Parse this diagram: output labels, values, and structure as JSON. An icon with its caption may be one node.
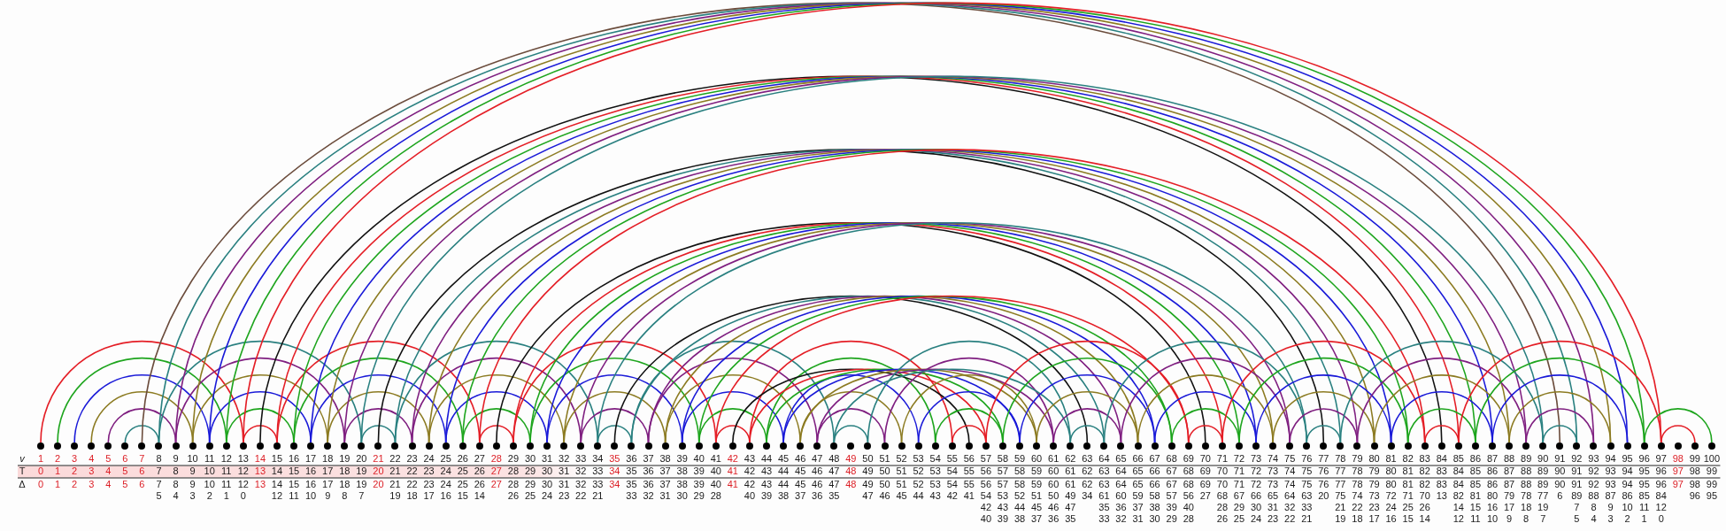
{
  "diagram": {
    "nodes": [
      {
        "text": [
          "1"
        ],
        "beside": [
          "0",
          "0"
        ]
      },
      {
        "text": [
          "2"
        ],
        "beside": [
          "1",
          "1"
        ]
      },
      {
        "text": [
          "3"
        ],
        "beside": [
          "2",
          "2"
        ]
      },
      {
        "text": [
          "4"
        ],
        "beside": [
          "3",
          "3"
        ]
      },
      {
        "text": [
          "5"
        ],
        "beside": [
          "4",
          "4"
        ]
      },
      {
        "text": [
          "6"
        ],
        "beside": [
          "5",
          "5"
        ]
      },
      {
        "text": [
          "7"
        ],
        "beside": [
          "6",
          "6"
        ]
      },
      {
        "text": [
          "8"
        ],
        "beside": [
          "7",
          "7 5"
        ]
      },
      {
        "text": [
          "9"
        ],
        "beside": [
          "8",
          "8 4"
        ]
      },
      {
        "text": [
          "10"
        ],
        "beside": [
          "9",
          "9 3"
        ]
      },
      {
        "text": [
          "11"
        ],
        "beside": [
          "10",
          "10 2"
        ]
      },
      {
        "text": [
          "12"
        ],
        "beside": [
          "11",
          "11 1"
        ]
      },
      {
        "text": [
          "13"
        ],
        "beside": [
          "12",
          "12 0"
        ]
      },
      {
        "text": [
          "14"
        ],
        "beside": [
          "13",
          "13"
        ]
      },
      {
        "text": [
          "15"
        ],
        "beside": [
          "14",
          "14 12"
        ]
      },
      {
        "text": [
          "16"
        ],
        "beside": [
          "15",
          "15 11"
        ]
      },
      {
        "text": [
          "17"
        ],
        "beside": [
          "16",
          "16 10"
        ]
      },
      {
        "text": [
          "18"
        ],
        "beside": [
          "17",
          "17 9"
        ]
      },
      {
        "text": [
          "19"
        ],
        "beside": [
          "18",
          "18 8"
        ]
      },
      {
        "text": [
          "20"
        ],
        "beside": [
          "19",
          "19 7"
        ]
      },
      {
        "text": [
          "21"
        ],
        "beside": [
          "20",
          "20"
        ]
      },
      {
        "text": [
          "22"
        ],
        "beside": [
          "21",
          "21 19"
        ]
      },
      {
        "text": [
          "23"
        ],
        "beside": [
          "22",
          "22 18"
        ]
      },
      {
        "text": [
          "24"
        ],
        "beside": [
          "23",
          "23 17"
        ]
      },
      {
        "text": [
          "25"
        ],
        "beside": [
          "24",
          "24 16"
        ]
      },
      {
        "text": [
          "26"
        ],
        "beside": [
          "25",
          "25 15"
        ]
      },
      {
        "text": [
          "27"
        ],
        "beside": [
          "26",
          "26 14"
        ]
      },
      {
        "text": [
          "28"
        ],
        "beside": [
          "27",
          "27"
        ]
      },
      {
        "text": [
          "29"
        ],
        "beside": [
          "28",
          "28 26"
        ]
      },
      {
        "text": [
          "30"
        ],
        "beside": [
          "29",
          "29 25"
        ]
      },
      {
        "text": [
          "31"
        ],
        "beside": [
          "30",
          "30 24"
        ]
      },
      {
        "text": [
          "32"
        ],
        "beside": [
          "31",
          "31 23"
        ]
      },
      {
        "text": [
          "33"
        ],
        "beside": [
          "32",
          "32 22"
        ]
      },
      {
        "text": [
          "34"
        ],
        "beside": [
          "33",
          "33 21"
        ]
      },
      {
        "text": [
          "35"
        ],
        "beside": [
          "34",
          "34"
        ]
      },
      {
        "text": [
          "36"
        ],
        "beside": [
          "35",
          "35 33"
        ]
      },
      {
        "text": [
          "37"
        ],
        "beside": [
          "36",
          "36 32"
        ]
      },
      {
        "text": [
          "38"
        ],
        "beside": [
          "37",
          "37 31"
        ]
      },
      {
        "text": [
          "39"
        ],
        "beside": [
          "38",
          "38 30"
        ]
      },
      {
        "text": [
          "40"
        ],
        "beside": [
          "39",
          "39 29"
        ]
      },
      {
        "text": [
          "41"
        ],
        "beside": [
          "40",
          "40 28"
        ]
      },
      {
        "text": [
          "42"
        ],
        "beside": [
          "41",
          "41"
        ]
      },
      {
        "text": [
          "43"
        ],
        "beside": [
          "42",
          "42 40"
        ]
      },
      {
        "text": [
          "44"
        ],
        "beside": [
          "43",
          "43 39"
        ]
      },
      {
        "text": [
          "45"
        ],
        "beside": [
          "44",
          "44 38"
        ]
      },
      {
        "text": [
          "46"
        ],
        "beside": [
          "45",
          "45 37"
        ]
      },
      {
        "text": [
          "47"
        ],
        "beside": [
          "46",
          "46 36"
        ]
      },
      {
        "text": [
          "48"
        ],
        "beside": [
          "47",
          "47 35"
        ]
      },
      {
        "text": [
          "49"
        ],
        "beside": [
          "48",
          "48"
        ]
      },
      {
        "text": [
          "50"
        ],
        "beside": [
          "49",
          "49 47"
        ]
      },
      {
        "text": [
          "51"
        ],
        "beside": [
          "50",
          "50 46"
        ]
      },
      {
        "text": [
          "52"
        ],
        "beside": [
          "51",
          "51 45"
        ]
      },
      {
        "text": [
          "53"
        ],
        "beside": [
          "52",
          "52 44"
        ]
      },
      {
        "text": [
          "54"
        ],
        "beside": [
          "53",
          "53 43"
        ]
      },
      {
        "text": [
          "55"
        ],
        "beside": [
          "54",
          "54 42"
        ]
      },
      {
        "text": [
          "56"
        ],
        "beside": [
          "55",
          "55 41"
        ]
      },
      {
        "text": [
          "57"
        ],
        "beside": [
          "56",
          "56 54 42 40"
        ]
      },
      {
        "text": [
          "58"
        ],
        "beside": [
          "57",
          "57 53 43 39"
        ]
      },
      {
        "text": [
          "59"
        ],
        "beside": [
          "58",
          "58 52 44 38"
        ]
      },
      {
        "text": [
          "60"
        ],
        "beside": [
          "59",
          "59 51 45 37"
        ]
      },
      {
        "text": [
          "61"
        ],
        "beside": [
          "60",
          "60 50 46 36"
        ]
      },
      {
        "text": [
          "62"
        ],
        "beside": [
          "61",
          "61 49 47 35"
        ]
      },
      {
        "text": [
          "63"
        ],
        "beside": [
          "62",
          "62 34"
        ]
      },
      {
        "text": [
          "64"
        ],
        "beside": [
          "63",
          "63 61 35 33"
        ]
      },
      {
        "text": [
          "65"
        ],
        "beside": [
          "64",
          "64 60 36 32"
        ]
      },
      {
        "text": [
          "66"
        ],
        "beside": [
          "65",
          "65 59 37 31"
        ]
      },
      {
        "text": [
          "67"
        ],
        "beside": [
          "66",
          "66 58 38 30"
        ]
      },
      {
        "text": [
          "68"
        ],
        "beside": [
          "67",
          "67 57 39 29"
        ]
      },
      {
        "text": [
          "69"
        ],
        "beside": [
          "68",
          "68 56 40 28"
        ]
      },
      {
        "text": [
          "70"
        ],
        "beside": [
          "69",
          "69 27"
        ]
      },
      {
        "text": [
          "71"
        ],
        "beside": [
          "70",
          "70 68 28 26"
        ]
      },
      {
        "text": [
          "72"
        ],
        "beside": [
          "71",
          "71 67 29 25"
        ]
      },
      {
        "text": [
          "73"
        ],
        "beside": [
          "72",
          "72 66 30 24"
        ]
      },
      {
        "text": [
          "74"
        ],
        "beside": [
          "73",
          "73 65 31 23"
        ]
      },
      {
        "text": [
          "75"
        ],
        "beside": [
          "74",
          "74 64 32 22"
        ]
      },
      {
        "text": [
          "76"
        ],
        "beside": [
          "75",
          "75 63 33 21"
        ]
      },
      {
        "text": [
          "77"
        ],
        "beside": [
          "76",
          "76 20"
        ]
      },
      {
        "text": [
          "78"
        ],
        "beside": [
          "77",
          "77 75 21 19"
        ]
      },
      {
        "text": [
          "79"
        ],
        "beside": [
          "78",
          "78 74 22 18"
        ]
      },
      {
        "text": [
          "80"
        ],
        "beside": [
          "79",
          "79 73 23 17"
        ]
      },
      {
        "text": [
          "81"
        ],
        "beside": [
          "80",
          "80 72 24 16"
        ]
      },
      {
        "text": [
          "82"
        ],
        "beside": [
          "81",
          "81 71 25 15"
        ]
      },
      {
        "text": [
          "83"
        ],
        "beside": [
          "82",
          "82 70 26 14"
        ]
      },
      {
        "text": [
          "84"
        ],
        "beside": [
          "83",
          "83 13"
        ]
      },
      {
        "text": [
          "85"
        ],
        "beside": [
          "84",
          "84 82 14 12"
        ]
      },
      {
        "text": [
          "86"
        ],
        "beside": [
          "85",
          "85 81 15 11"
        ]
      },
      {
        "text": [
          "87"
        ],
        "beside": [
          "86",
          "86 80 16 10"
        ]
      },
      {
        "text": [
          "88"
        ],
        "beside": [
          "87",
          "87 79 17 9"
        ]
      },
      {
        "text": [
          "89"
        ],
        "beside": [
          "88",
          "88 78 18 8"
        ]
      },
      {
        "text": [
          "90"
        ],
        "beside": [
          "89",
          "89 77 19 7"
        ]
      },
      {
        "text": [
          "91"
        ],
        "beside": [
          "90",
          "90 6"
        ]
      },
      {
        "text": [
          "92"
        ],
        "beside": [
          "91",
          "91 89 7 5"
        ]
      },
      {
        "text": [
          "93"
        ],
        "beside": [
          "92",
          "92 88 8 4"
        ]
      },
      {
        "text": [
          "94"
        ],
        "beside": [
          "93",
          "93 87 9 3"
        ]
      },
      {
        "text": [
          "95"
        ],
        "beside": [
          "94",
          "94 86 10 2"
        ]
      },
      {
        "text": [
          "96"
        ],
        "beside": [
          "95",
          "95 85 11 1"
        ]
      },
      {
        "text": [
          "97"
        ],
        "beside": [
          "96",
          "96 84 12 0"
        ]
      },
      {
        "text": [
          "98"
        ],
        "beside": [
          "97",
          "97"
        ]
      },
      {
        "text": [
          "99"
        ],
        "beside": [
          "98",
          "98 96"
        ]
      },
      {
        "text": [
          "100"
        ],
        "beside": [
          "99",
          "99 95"
        ]
      }
    ],
    "edges": [
      {
        "from": 5,
        "to": 7,
        "arrow": "none",
        "color": "#2a8080"
      },
      {
        "from": 4,
        "to": 8,
        "arrow": "none",
        "color": "#7f1f80"
      },
      {
        "from": 3,
        "to": 9,
        "arrow": "none",
        "color": "#8c7b22"
      },
      {
        "from": 2,
        "to": 10,
        "arrow": "none",
        "color": "#1a1ad8"
      },
      {
        "from": 1,
        "to": 11,
        "arrow": "none",
        "color": "#1ea51e"
      },
      {
        "from": 0,
        "to": 12,
        "arrow": "none",
        "color": "#e41e26"
      },
      {
        "from": 12,
        "to": 14,
        "arrow": "none",
        "color": "#e41e26"
      },
      {
        "from": 11,
        "to": 15,
        "arrow": "none",
        "color": "#1ea51e"
      },
      {
        "from": 10,
        "to": 16,
        "arrow": "none",
        "color": "#1a1ad8"
      },
      {
        "from": 9,
        "to": 17,
        "arrow": "none",
        "color": "#8c7b22"
      },
      {
        "from": 8,
        "to": 18,
        "arrow": "none",
        "color": "#7f1f80"
      },
      {
        "from": 7,
        "to": 19,
        "arrow": "none",
        "color": "#2a8080"
      },
      {
        "from": 19,
        "to": 21,
        "arrow": "none",
        "color": "#2a8080"
      },
      {
        "from": 18,
        "to": 22,
        "arrow": "none",
        "color": "#7f1f80"
      },
      {
        "from": 17,
        "to": 23,
        "arrow": "none",
        "color": "#8c7b22"
      },
      {
        "from": 16,
        "to": 24,
        "arrow": "none",
        "color": "#1a1ad8"
      },
      {
        "from": 15,
        "to": 25,
        "arrow": "none",
        "color": "#1ea51e"
      },
      {
        "from": 14,
        "to": 26,
        "arrow": "none",
        "color": "#e41e26"
      },
      {
        "from": 26,
        "to": 28,
        "arrow": "none",
        "color": "#e41e26"
      },
      {
        "from": 25,
        "to": 29,
        "arrow": "none",
        "color": "#1ea51e"
      },
      {
        "from": 24,
        "to": 30,
        "arrow": "none",
        "color": "#1a1ad8"
      },
      {
        "from": 23,
        "to": 31,
        "arrow": "none",
        "color": "#8c7b22"
      },
      {
        "from": 22,
        "to": 32,
        "arrow": "none",
        "color": "#7f1f80"
      },
      {
        "from": 21,
        "to": 33,
        "arrow": "none",
        "color": "#2a8080"
      },
      {
        "from": 33,
        "to": 35,
        "arrow": "none",
        "color": "#2a8080"
      },
      {
        "from": 32,
        "to": 36,
        "arrow": "none",
        "color": "#7f1f80"
      },
      {
        "from": 31,
        "to": 37,
        "arrow": "none",
        "color": "#8c7b22"
      },
      {
        "from": 30,
        "to": 38,
        "arrow": "none",
        "color": "#1a1ad8"
      },
      {
        "from": 29,
        "to": 39,
        "arrow": "none",
        "color": "#1ea51e"
      },
      {
        "from": 28,
        "to": 40,
        "arrow": "none",
        "color": "#e41e26"
      },
      {
        "from": 40,
        "to": 42,
        "arrow": "none",
        "color": "#e41e26"
      },
      {
        "from": 39,
        "to": 43,
        "arrow": "none",
        "color": "#1ea51e"
      },
      {
        "from": 38,
        "to": 44,
        "arrow": "none",
        "color": "#1a1ad8"
      },
      {
        "from": 37,
        "to": 45,
        "arrow": "none",
        "color": "#8c7b22"
      },
      {
        "from": 36,
        "to": 46,
        "arrow": "none",
        "color": "#7f1f80"
      },
      {
        "from": 35,
        "to": 47,
        "arrow": "none",
        "color": "#2a8080"
      },
      {
        "from": 47,
        "to": 49,
        "arrow": "none",
        "color": "#2a8080"
      },
      {
        "from": 46,
        "to": 50,
        "arrow": "none",
        "color": "#7f1f80"
      },
      {
        "from": 45,
        "to": 51,
        "arrow": "none",
        "color": "#8c7b22"
      },
      {
        "from": 44,
        "to": 52,
        "arrow": "none",
        "color": "#1a1ad8"
      },
      {
        "from": 43,
        "to": 53,
        "arrow": "none",
        "color": "#1ea51e"
      },
      {
        "from": 42,
        "to": 54,
        "arrow": "none",
        "color": "#e41e26"
      },
      {
        "from": 41,
        "to": 55,
        "arrow": "none",
        "color": "#111111"
      },
      {
        "from": 54,
        "to": 56,
        "arrow": "none",
        "color": "#e41e26"
      },
      {
        "from": 42,
        "to": 56,
        "arrow": "none",
        "color": "#e41e26"
      },
      {
        "from": 53,
        "to": 57,
        "arrow": "none",
        "color": "#1ea51e"
      },
      {
        "from": 43,
        "to": 57,
        "arrow": "none",
        "color": "#1ea51e"
      },
      {
        "from": 52,
        "to": 58,
        "arrow": "none",
        "color": "#1a1ad8"
      },
      {
        "from": 44,
        "to": 58,
        "arrow": "none",
        "color": "#1a1ad8"
      },
      {
        "from": 51,
        "to": 59,
        "arrow": "none",
        "color": "#8c7b22"
      },
      {
        "from": 45,
        "to": 59,
        "arrow": "none",
        "color": "#8c7b22"
      },
      {
        "from": 50,
        "to": 60,
        "arrow": "none",
        "color": "#7f1f80"
      },
      {
        "from": 46,
        "to": 60,
        "arrow": "none",
        "color": "#7f1f80"
      },
      {
        "from": 49,
        "to": 61,
        "arrow": "none",
        "color": "#2a8080"
      },
      {
        "from": 47,
        "to": 61,
        "arrow": "none",
        "color": "#2a8080"
      },
      {
        "from": 34,
        "to": 62,
        "arrow": "none",
        "color": "#111111"
      },
      {
        "from": 61,
        "to": 63,
        "arrow": "none",
        "color": "#2a8080"
      },
      {
        "from": 35,
        "to": 63,
        "arrow": "none",
        "color": "#2a8080"
      },
      {
        "from": 60,
        "to": 64,
        "arrow": "none",
        "color": "#7f1f80"
      },
      {
        "from": 36,
        "to": 64,
        "arrow": "none",
        "color": "#7f1f80"
      },
      {
        "from": 59,
        "to": 65,
        "arrow": "none",
        "color": "#8c7b22"
      },
      {
        "from": 37,
        "to": 65,
        "arrow": "none",
        "color": "#8c7b22"
      },
      {
        "from": 58,
        "to": 66,
        "arrow": "none",
        "color": "#1a1ad8"
      },
      {
        "from": 38,
        "to": 66,
        "arrow": "none",
        "color": "#1a1ad8"
      },
      {
        "from": 57,
        "to": 67,
        "arrow": "none",
        "color": "#1ea51e"
      },
      {
        "from": 39,
        "to": 67,
        "arrow": "none",
        "color": "#1ea51e"
      },
      {
        "from": 56,
        "to": 68,
        "arrow": "none",
        "color": "#e41e26"
      },
      {
        "from": 40,
        "to": 68,
        "arrow": "none",
        "color": "#e41e26"
      },
      {
        "from": 27,
        "to": 69,
        "arrow": "none",
        "color": "#111111"
      },
      {
        "from": 68,
        "to": 70,
        "arrow": "none",
        "color": "#e41e26"
      },
      {
        "from": 28,
        "to": 70,
        "arrow": "none",
        "color": "#e41e26"
      },
      {
        "from": 67,
        "to": 71,
        "arrow": "none",
        "color": "#1ea51e"
      },
      {
        "from": 29,
        "to": 71,
        "arrow": "none",
        "color": "#1ea51e"
      },
      {
        "from": 66,
        "to": 72,
        "arrow": "none",
        "color": "#1a1ad8"
      },
      {
        "from": 30,
        "to": 72,
        "arrow": "none",
        "color": "#1a1ad8"
      },
      {
        "from": 65,
        "to": 73,
        "arrow": "none",
        "color": "#8c7b22"
      },
      {
        "from": 31,
        "to": 73,
        "arrow": "none",
        "color": "#8c7b22"
      },
      {
        "from": 64,
        "to": 74,
        "arrow": "none",
        "color": "#7f1f80"
      },
      {
        "from": 32,
        "to": 74,
        "arrow": "none",
        "color": "#7f1f80"
      },
      {
        "from": 63,
        "to": 75,
        "arrow": "none",
        "color": "#2a8080"
      },
      {
        "from": 33,
        "to": 75,
        "arrow": "none",
        "color": "#2a8080"
      },
      {
        "from": 20,
        "to": 76,
        "arrow": "none",
        "color": "#111111"
      },
      {
        "from": 75,
        "to": 77,
        "arrow": "none",
        "color": "#2a8080"
      },
      {
        "from": 21,
        "to": 77,
        "arrow": "none",
        "color": "#2a8080"
      },
      {
        "from": 74,
        "to": 78,
        "arrow": "none",
        "color": "#7f1f80"
      },
      {
        "from": 22,
        "to": 78,
        "arrow": "none",
        "color": "#7f1f80"
      },
      {
        "from": 73,
        "to": 79,
        "arrow": "none",
        "color": "#8c7b22"
      },
      {
        "from": 23,
        "to": 79,
        "arrow": "none",
        "color": "#8c7b22"
      },
      {
        "from": 72,
        "to": 80,
        "arrow": "none",
        "color": "#1a1ad8"
      },
      {
        "from": 24,
        "to": 80,
        "arrow": "none",
        "color": "#1a1ad8"
      },
      {
        "from": 71,
        "to": 81,
        "arrow": "none",
        "color": "#1ea51e"
      },
      {
        "from": 25,
        "to": 81,
        "arrow": "none",
        "color": "#1ea51e"
      },
      {
        "from": 70,
        "to": 82,
        "arrow": "none",
        "color": "#e41e26"
      },
      {
        "from": 26,
        "to": 82,
        "arrow": "none",
        "color": "#e41e26"
      },
      {
        "from": 13,
        "to": 83,
        "arrow": "none",
        "color": "#111111"
      },
      {
        "from": 82,
        "to": 84,
        "arrow": "none",
        "color": "#e41e26"
      },
      {
        "from": 14,
        "to": 84,
        "arrow": "none",
        "color": "#e41e26"
      },
      {
        "from": 81,
        "to": 85,
        "arrow": "none",
        "color": "#1ea51e"
      },
      {
        "from": 15,
        "to": 85,
        "arrow": "none",
        "color": "#1ea51e"
      },
      {
        "from": 80,
        "to": 86,
        "arrow": "none",
        "color": "#1a1ad8"
      },
      {
        "from": 16,
        "to": 86,
        "arrow": "none",
        "color": "#1a1ad8"
      },
      {
        "from": 79,
        "to": 87,
        "arrow": "none",
        "color": "#8c7b22"
      },
      {
        "from": 17,
        "to": 87,
        "arrow": "none",
        "color": "#8c7b22"
      },
      {
        "from": 78,
        "to": 88,
        "arrow": "none",
        "color": "#7f1f80"
      },
      {
        "from": 18,
        "to": 88,
        "arrow": "none",
        "color": "#7f1f80"
      },
      {
        "from": 77,
        "to": 89,
        "arrow": "none",
        "color": "#2a8080"
      },
      {
        "from": 19,
        "to": 89,
        "arrow": "none",
        "color": "#2a8080"
      },
      {
        "from": 6,
        "to": 90,
        "arrow": "none",
        "color": "#6b4c3c"
      },
      {
        "from": 89,
        "to": 91,
        "arrow": "none",
        "color": "#2a8080"
      },
      {
        "from": 7,
        "to": 91,
        "arrow": "none",
        "color": "#2a8080"
      },
      {
        "from": 88,
        "to": 92,
        "arrow": "none",
        "color": "#7f1f80"
      },
      {
        "from": 8,
        "to": 92,
        "arrow": "none",
        "color": "#7f1f80"
      },
      {
        "from": 87,
        "to": 93,
        "arrow": "none",
        "color": "#8c7b22"
      },
      {
        "from": 9,
        "to": 93,
        "arrow": "none",
        "color": "#8c7b22"
      },
      {
        "from": 86,
        "to": 94,
        "arrow": "none",
        "color": "#1a1ad8"
      },
      {
        "from": 10,
        "to": 94,
        "arrow": "none",
        "color": "#1a1ad8"
      },
      {
        "from": 85,
        "to": 95,
        "arrow": "none",
        "color": "#1ea51e"
      },
      {
        "from": 11,
        "to": 95,
        "arrow": "none",
        "color": "#1ea51e"
      },
      {
        "from": 84,
        "to": 96,
        "arrow": "none",
        "color": "#e41e26"
      },
      {
        "from": 12,
        "to": 96,
        "arrow": "none",
        "color": "#e41e26"
      },
      {
        "from": 96,
        "to": 98,
        "arrow": "none",
        "color": "#e41e26"
      },
      {
        "from": 95,
        "to": 99,
        "arrow": "none",
        "color": "#1ea51e"
      }
    ],
    "labels": [
      "v",
      "T",
      "Δ"
    ]
  }
}
